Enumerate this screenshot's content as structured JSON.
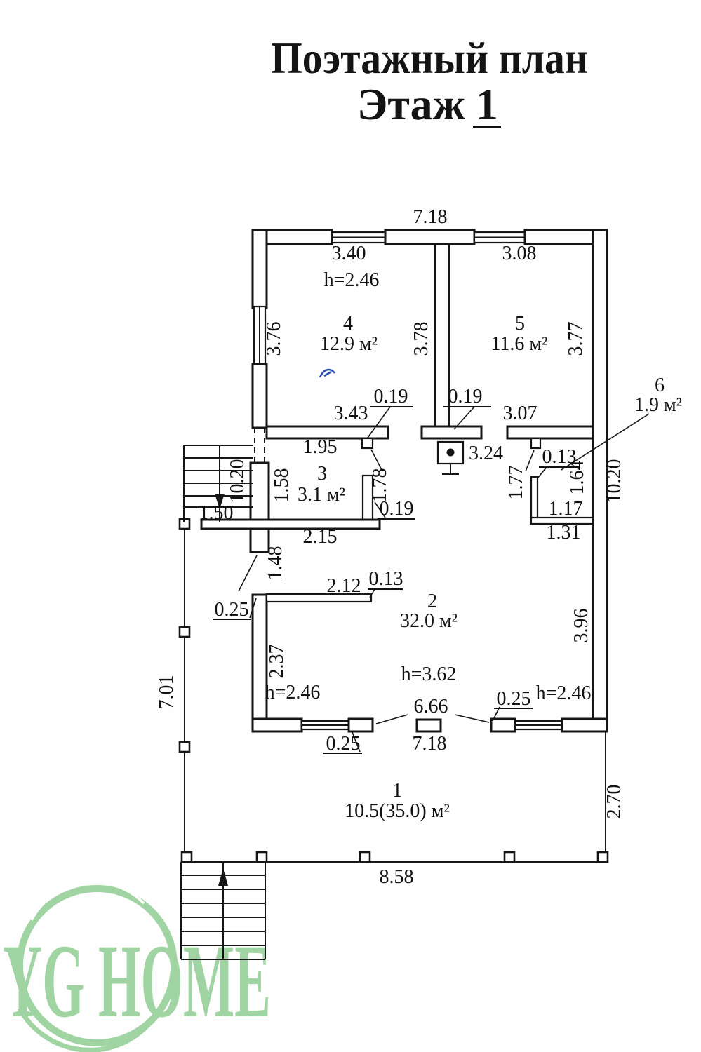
{
  "title": {
    "line1": "Поэтажный план",
    "floor_label": "Этаж",
    "floor_number": "1"
  },
  "watermark": {
    "text": "YG HOME",
    "color": "#8ccb90"
  },
  "colors": {
    "ink": "#161616",
    "pen_blue": "#2a4fae",
    "watermark_green": "#8ccb90"
  },
  "rooms": [
    {
      "number": "4",
      "area": "12.9 м²"
    },
    {
      "number": "5",
      "area": "11.6 м²"
    },
    {
      "number": "6",
      "area": "1.9 м²"
    },
    {
      "number": "3",
      "area": "3.1 м²"
    },
    {
      "number": "2",
      "area": "32.0 м²"
    },
    {
      "number": "1",
      "area": "10.5(35.0) м²"
    }
  ],
  "heights": {
    "room4": "h=2.46",
    "room2_center": "h=3.62",
    "room2_left": "h=2.46",
    "room2_right": "h=2.46"
  },
  "dims": {
    "top_width": "7.18",
    "room4_w": "3.40",
    "room5_w": "3.08",
    "left_upper": "3.76",
    "middle_wall": "3.78",
    "right_upper": "3.77",
    "seg_343": "3.43",
    "door_019_left": "0.19",
    "door_019_right": "0.19",
    "seg_307": "3.07",
    "r3_width": "1.95",
    "boiler_324": "3.24",
    "r6_door_013": "0.13",
    "r3_left_158": "1.58",
    "d178": "1.78",
    "d177": "1.77",
    "d164": "1.64",
    "left_1020": "10.20",
    "right_1020": "10.20",
    "d150": "1.50",
    "r6_width_117": "1.17",
    "r3_door_019": "0.19",
    "d215": "2.15",
    "d131": "1.31",
    "d148": "1.48",
    "d212": "2.12",
    "d013_part": "0.13",
    "d025_left": "0.25",
    "d237": "2.37",
    "d396": "3.96",
    "d701": "7.01",
    "d666": "6.66",
    "d025_bottom_right": "0.25",
    "d025_bottom_left": "0.25",
    "bottom_718": "7.18",
    "d270": "2.70",
    "d858": "8.58"
  }
}
